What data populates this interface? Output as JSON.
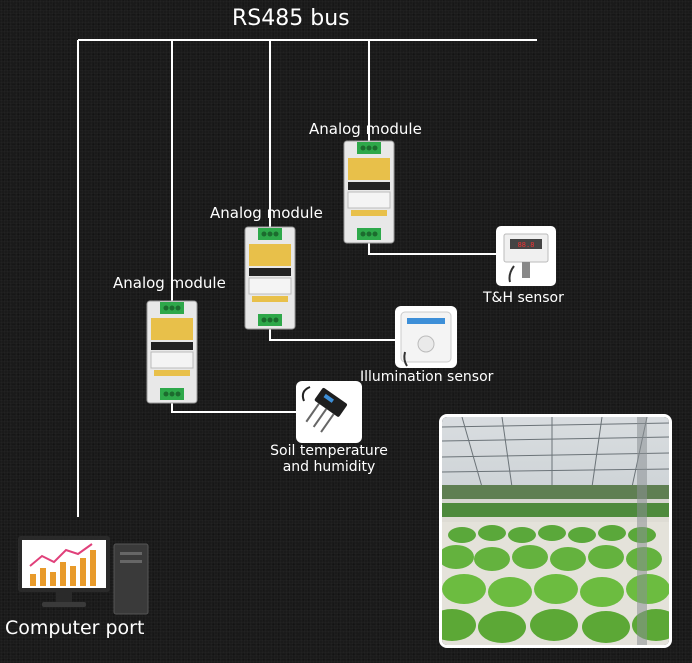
{
  "bus": {
    "title": "RS485 bus"
  },
  "modules": [
    {
      "label": "Analog module"
    },
    {
      "label": "Analog module"
    },
    {
      "label": "Analog module"
    }
  ],
  "sensors": {
    "th": {
      "label": "T&H sensor"
    },
    "illumination": {
      "label": "Illumination sensor"
    },
    "soil": {
      "label_line1": "Soil temperature",
      "label_line2": "and humidity"
    }
  },
  "computer": {
    "label": "Computer port"
  },
  "colors": {
    "background": "#1a1a1a",
    "wire": "#ffffff",
    "module_body": "#e8e8e8",
    "module_label": "#e8c04a",
    "terminal": "#2ea84a",
    "chart_bar": "#e89a2a",
    "chart_line": "#e0407a"
  }
}
